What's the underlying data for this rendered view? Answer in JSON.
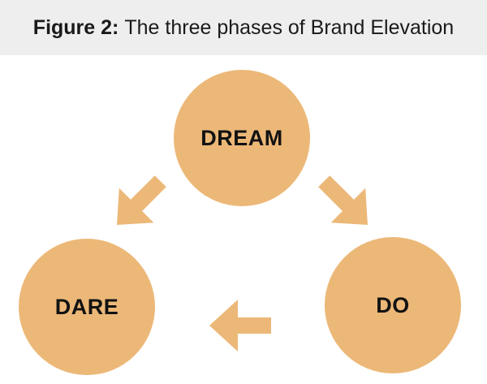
{
  "header": {
    "figure_label": "Figure 2:",
    "title": "The three phases of Brand Elevation"
  },
  "diagram": {
    "type": "cycle",
    "nodes": [
      {
        "id": "dream",
        "label": "DREAM"
      },
      {
        "id": "dare",
        "label": "DARE"
      },
      {
        "id": "do",
        "label": "DO"
      }
    ],
    "arrows": [
      {
        "name": "arrow-dream-to-dare",
        "direction": "down-left"
      },
      {
        "name": "arrow-dream-to-do",
        "direction": "down-right"
      },
      {
        "name": "arrow-do-to-dare",
        "direction": "left"
      }
    ]
  },
  "colors": {
    "accent": "#ECB878",
    "caption_bg": "#EEEEEE",
    "text": "#1A1A1A"
  }
}
